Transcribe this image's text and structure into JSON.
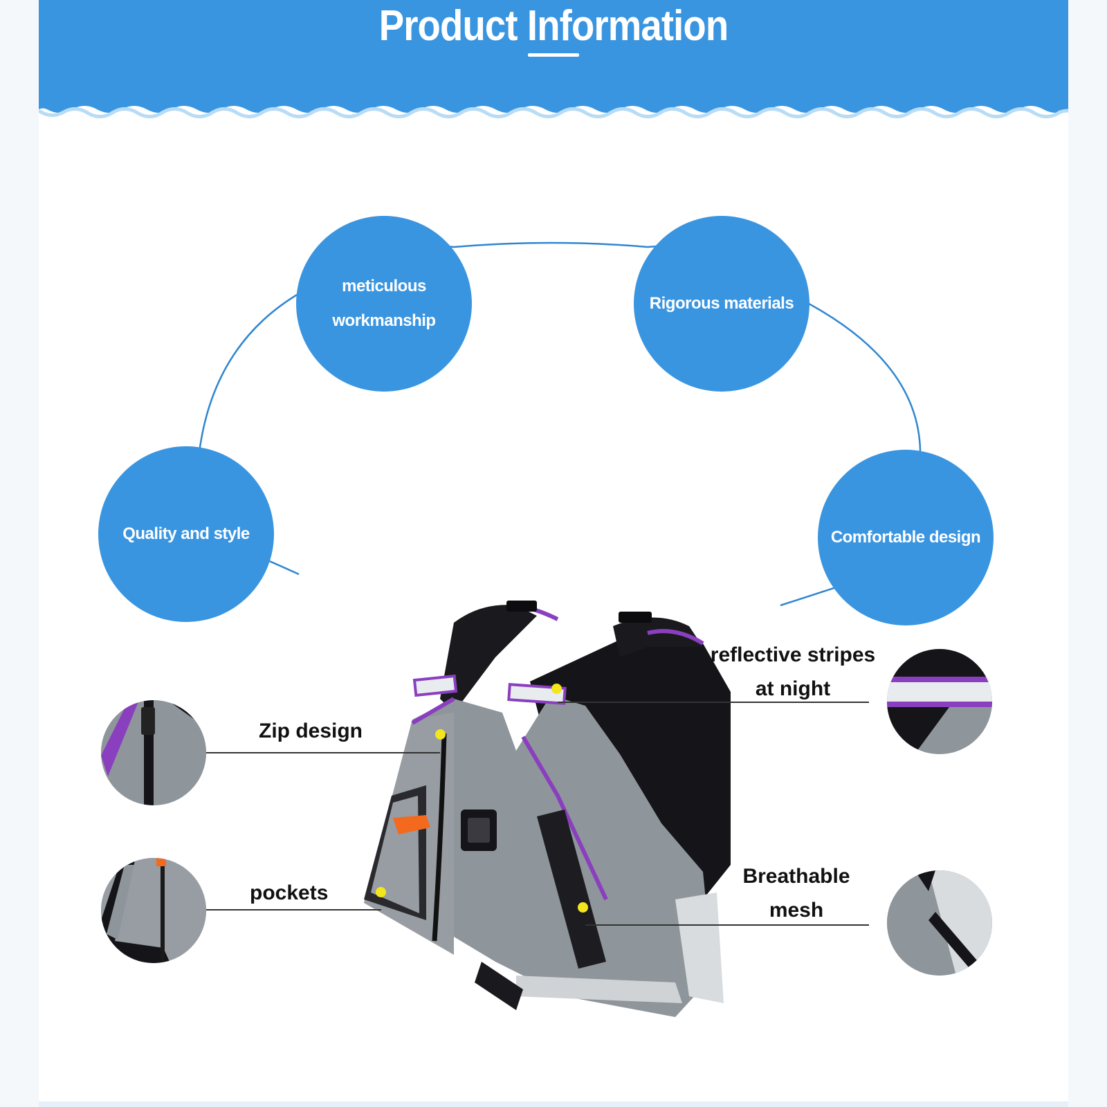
{
  "header": {
    "title": "Product Information"
  },
  "features": [
    {
      "label": "meticulous workmanship"
    },
    {
      "label": "Rigorous materials"
    },
    {
      "label": "Quality and style"
    },
    {
      "label": "Comfortable design"
    }
  ],
  "callouts": {
    "zip": "Zip design",
    "pockets": "pockets",
    "reflective_line1": "reflective stripes",
    "reflective_line2": "at night",
    "mesh_line1": "Breathable",
    "mesh_line2": "mesh"
  },
  "colors": {
    "header_blue": "#3a95e0",
    "circle_blue": "#3a95e0",
    "accent_purple": "#8a3fbf",
    "vest_gray": "#8f969b",
    "vest_black": "#151418",
    "marker_yellow": "#f3e61c",
    "whistle_orange": "#f36a1f"
  }
}
